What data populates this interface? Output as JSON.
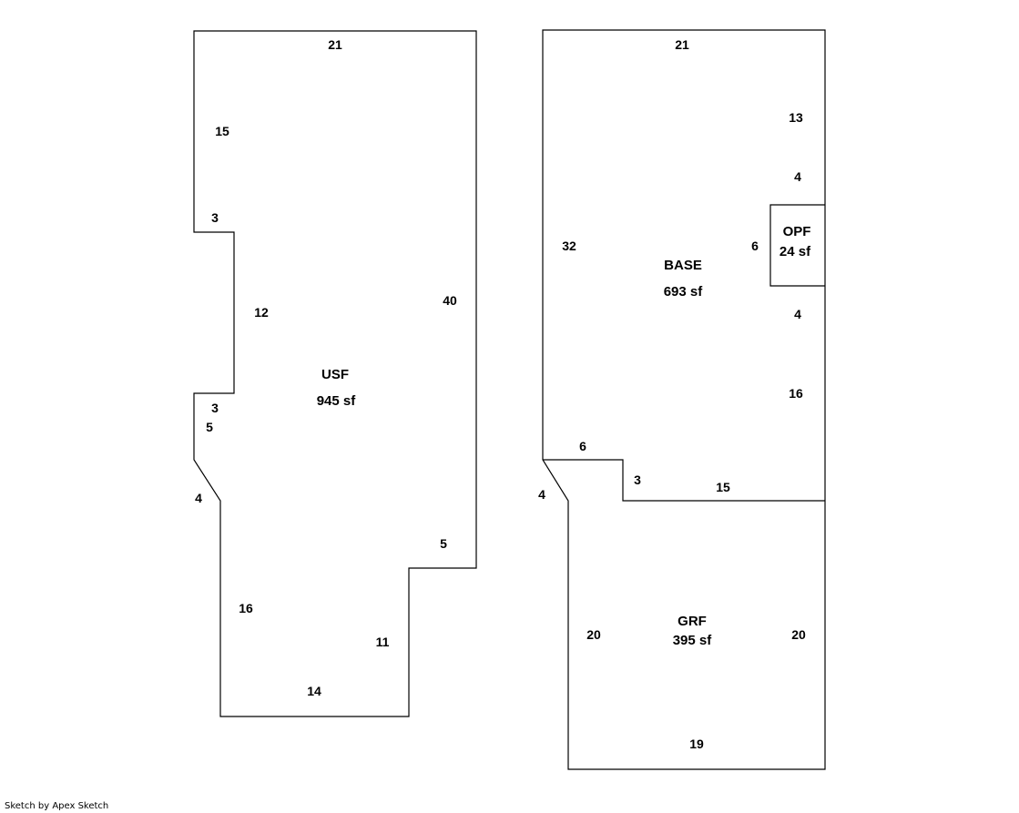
{
  "sketch": {
    "credit": "Sketch by Apex Sketch",
    "usf": {
      "name": "USF",
      "area": "945 sf",
      "dims": {
        "top": "21",
        "left_upper": "15",
        "notch_top": "3",
        "notch_side": "12",
        "notch_bottom": "3",
        "left_lower": "5",
        "angle": "4",
        "left_bottom": "16",
        "bottom": "14",
        "step_vertical": "11",
        "step_horizontal": "5",
        "right": "40"
      }
    },
    "base": {
      "name": "BASE",
      "area": "693 sf",
      "dims": {
        "top": "21",
        "right_upper": "13",
        "right_mid_upper": "4",
        "left": "32",
        "right_mid_lower": "4",
        "right_lower": "16",
        "bottom_step": "6",
        "step_vertical": "3",
        "bottom": "15"
      }
    },
    "opf": {
      "name": "OPF",
      "area": "24 sf",
      "dims": {
        "depth": "6"
      }
    },
    "grf": {
      "name": "GRF",
      "area": "395 sf",
      "dims": {
        "angle": "4",
        "left": "20",
        "right": "20",
        "bottom": "19"
      }
    }
  }
}
